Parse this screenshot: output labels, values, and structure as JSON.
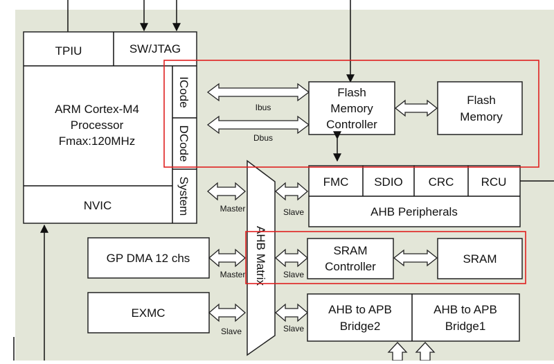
{
  "blocks": {
    "tpiu": "TPIU",
    "swjtag": "SW/JTAG",
    "cpu_line1": "ARM Cortex-M4",
    "cpu_line2": "Processor",
    "cpu_line3": "Fmax:120MHz",
    "nvic": "NVIC",
    "icode": "ICode",
    "dcode": "DCode",
    "system": "System",
    "flash_ctrl_line1": "Flash",
    "flash_ctrl_line2": "Memory",
    "flash_ctrl_line3": "Controller",
    "flash_mem_line1": "Flash",
    "flash_mem_line2": "Memory",
    "fmc": "FMC",
    "sdio": "SDIO",
    "crc": "CRC",
    "rcu": "RCU",
    "ahb_peripherals": "AHB Peripherals",
    "ahb_matrix": "AHB Matrix",
    "gp_dma": "GP DMA 12 chs",
    "sram_ctrl_line1": "SRAM",
    "sram_ctrl_line2": "Controller",
    "sram": "SRAM",
    "exmc": "EXMC",
    "bridge2_line1": "AHB to APB",
    "bridge2_line2": "Bridge2",
    "bridge1_line1": "AHB to APB",
    "bridge1_line2": "Bridge1"
  },
  "bus_labels": {
    "ibus": "Ibus",
    "dbus": "Dbus",
    "master_system": "Master",
    "slave_peripherals": "Slave",
    "master_dma": "Master",
    "slave_sram": "Slave",
    "slave_exmc": "Slave",
    "slave_bridge": "Slave"
  },
  "colors": {
    "background": "#ffffff",
    "panel": "#e3e6d8",
    "highlight": "#e02020"
  }
}
